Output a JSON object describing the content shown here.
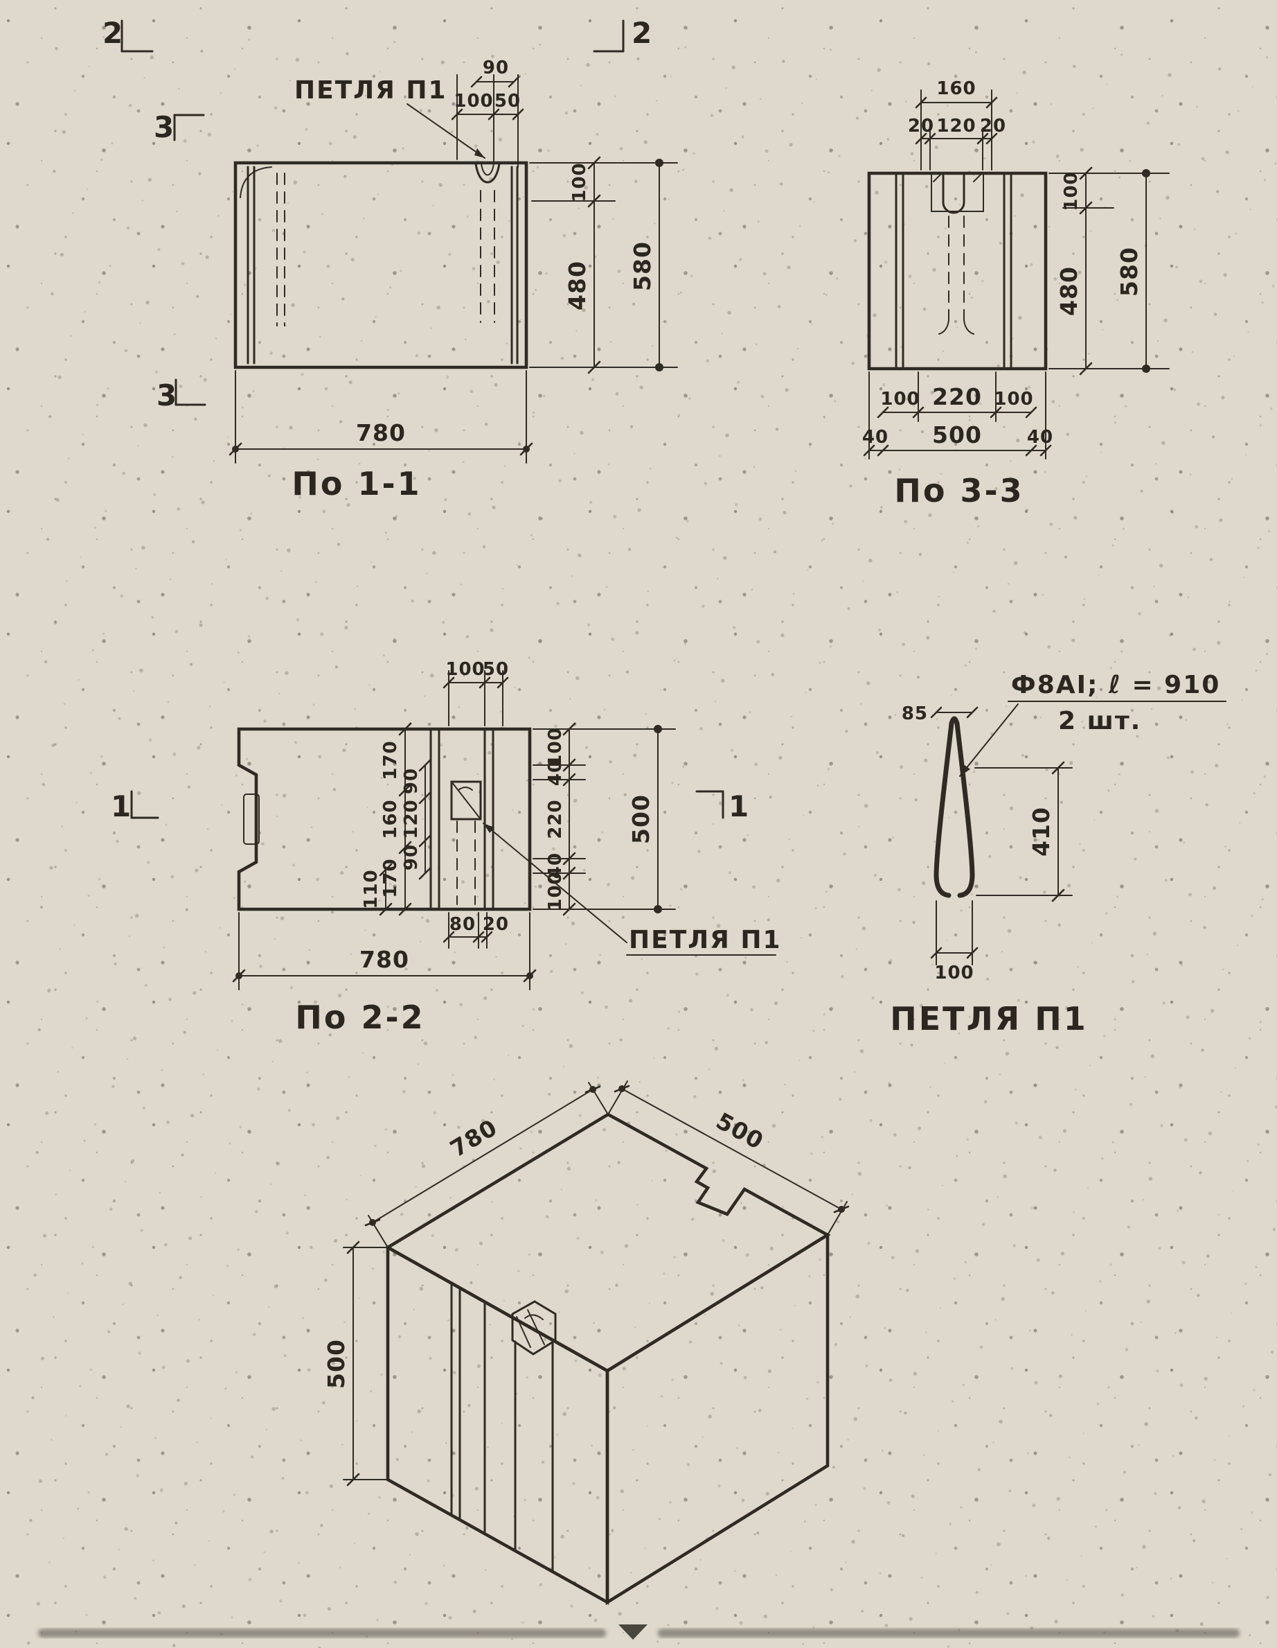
{
  "page": {
    "paper_color": "#ded9cc",
    "ink_color": "#2f2b24"
  },
  "views": {
    "section11": {
      "caption": "По 1-1",
      "loop_label": "ПЕТЛЯ П1",
      "markers": {
        "top_left": "2",
        "top_right": "2",
        "left": "3",
        "bottom_left": "3"
      },
      "dims": {
        "top_width_small": "90",
        "top_100": "100",
        "top_50": "50",
        "right_100": "100",
        "right_480": "480",
        "right_580": "580",
        "bottom_780": "780"
      }
    },
    "section33": {
      "caption": "По 3-3",
      "dims": {
        "top_160": "160",
        "top_20_left": "20",
        "top_120": "120",
        "top_20_right": "20",
        "right_100": "100",
        "right_480": "480",
        "right_580": "580",
        "bottom_100_left": "100",
        "bottom_220": "220",
        "bottom_100_right": "100",
        "bottom_40_left": "40",
        "bottom_500": "500",
        "bottom_40_right": "40"
      }
    },
    "section22": {
      "caption": "По 2-2",
      "loop_label": "ПЕТЛЯ П1",
      "markers": {
        "left": "1",
        "right": "1"
      },
      "dims": {
        "top_100": "100",
        "top_50": "50",
        "inner_170_top": "170",
        "inner_160": "160",
        "inner_170_bottom": "170",
        "inner_110": "110",
        "inner_90_top": "90",
        "inner_120": "120",
        "inner_90_bottom": "90",
        "right_100_top": "100",
        "right_40_top": "40",
        "right_220": "220",
        "right_40_bottom": "40",
        "right_100_bottom": "100",
        "right_500": "500",
        "bottom_80": "80",
        "bottom_20": "20",
        "bottom_780": "780"
      }
    },
    "loop_detail": {
      "caption": "ПЕТЛЯ П1",
      "note_line1": "Ф8АI; ℓ = 910",
      "note_line2": "2 шт.",
      "dims": {
        "top_85": "85",
        "right_410": "410",
        "bottom_100": "100"
      }
    },
    "isometric": {
      "dims": {
        "edge_780": "780",
        "edge_right_500": "500",
        "edge_left_500": "500"
      }
    }
  }
}
